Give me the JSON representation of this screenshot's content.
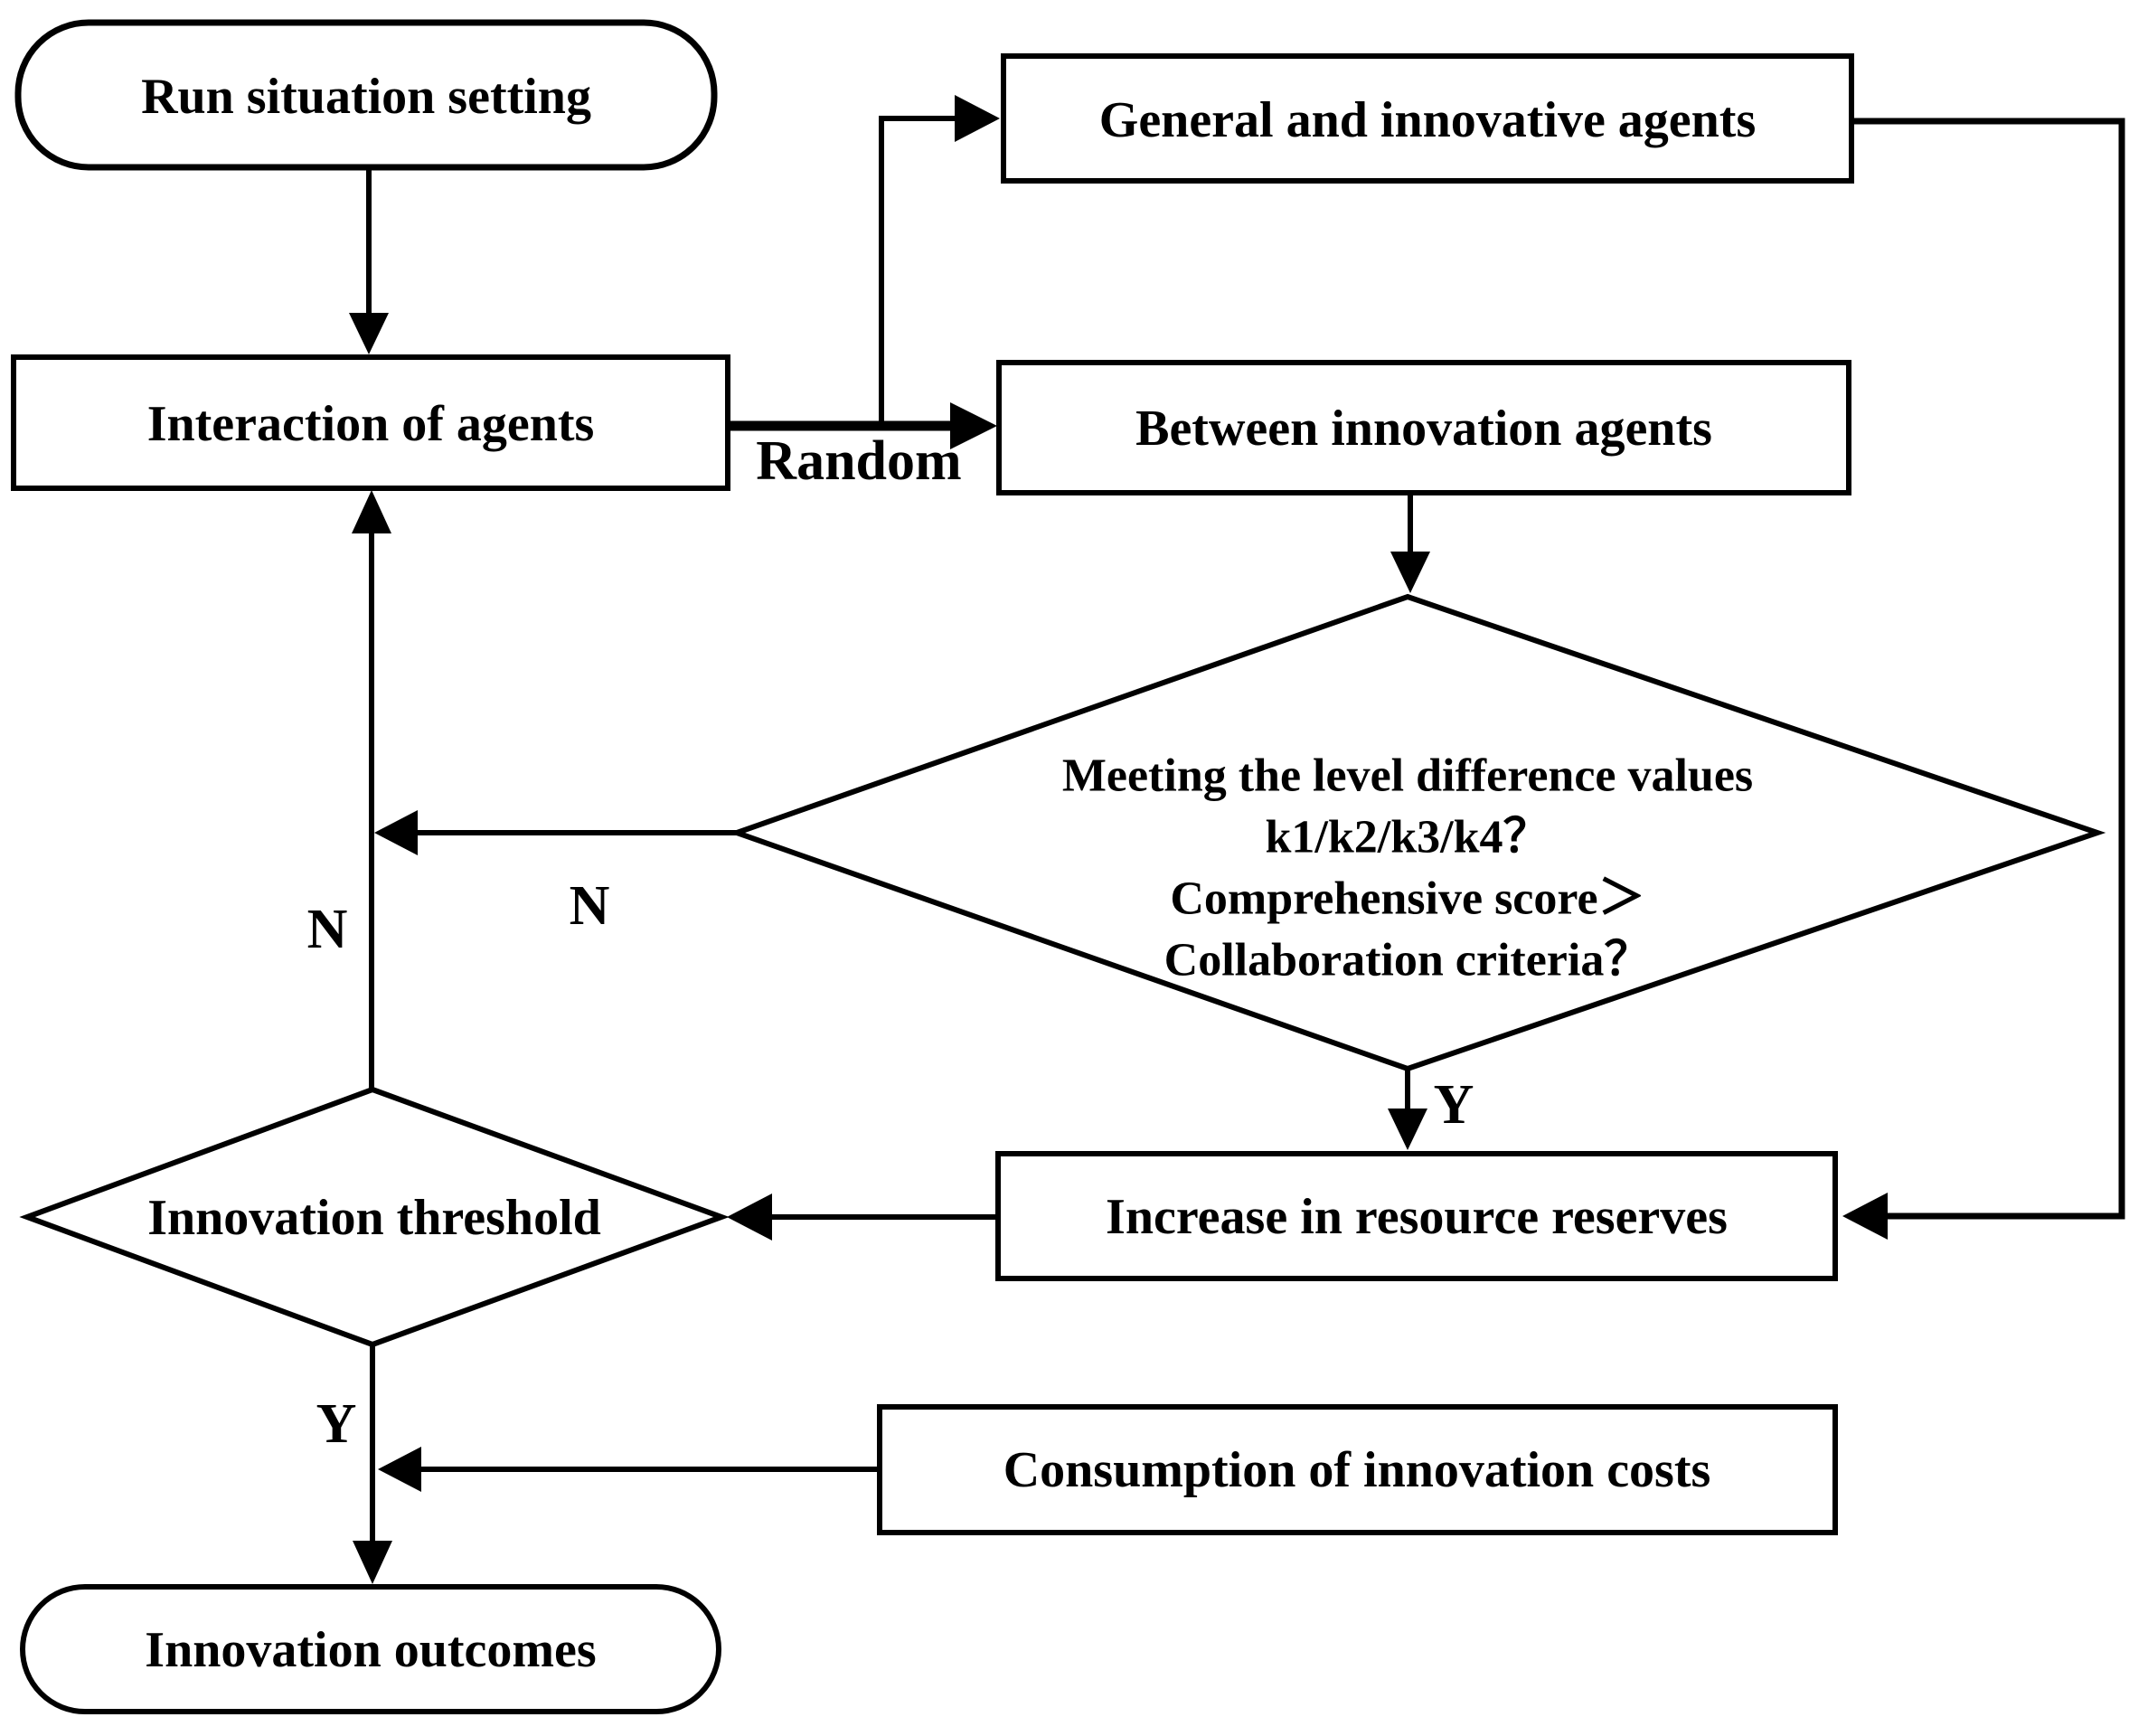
{
  "diagram": {
    "background_color": "#ffffff",
    "line_color": "#000000",
    "nodes": {
      "start": {
        "type": "terminator",
        "label": "Run situation setting"
      },
      "general_agents": {
        "type": "process",
        "label": "General and innovative agents"
      },
      "interaction": {
        "type": "process",
        "label": "Interaction of agents"
      },
      "between_agents": {
        "type": "process",
        "label": "Between innovation agents"
      },
      "level_decision": {
        "type": "decision",
        "lines": [
          "Meeting the level difference values",
          "k1/k2/k3/k4？",
          "Comprehensive score＞",
          "Collaboration criteria？"
        ]
      },
      "increase_reserves": {
        "type": "process",
        "label": "Increase in resource reserves"
      },
      "innovation_threshold": {
        "type": "decision",
        "label": "Innovation threshold"
      },
      "consumption_costs": {
        "type": "process",
        "label": "Consumption of innovation costs"
      },
      "outcomes": {
        "type": "terminator",
        "label": "Innovation outcomes"
      }
    },
    "edge_labels": {
      "random": "Random",
      "n_level": "N",
      "n_threshold": "N",
      "y_level": "Y",
      "y_threshold": "Y"
    }
  }
}
